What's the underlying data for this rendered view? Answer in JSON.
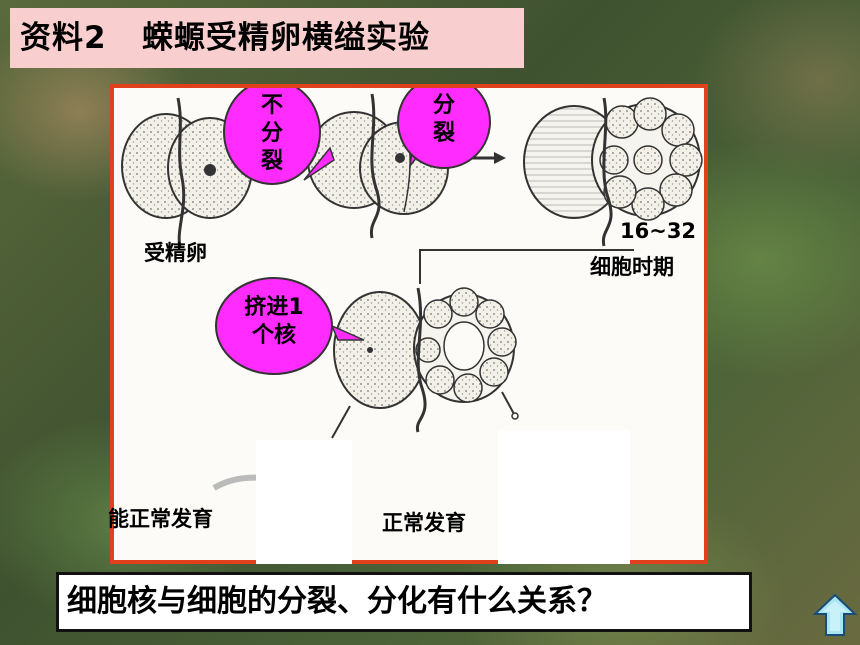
{
  "title": "资料2   蝾螈受精卵横缢实验",
  "callouts": {
    "no_divide": [
      "不",
      "分",
      "裂"
    ],
    "divide": [
      "分",
      "裂"
    ],
    "squeeze": [
      "挤进1",
      "个核"
    ]
  },
  "labels": {
    "fertilized_egg": "受精卵",
    "stage_number": "16~32",
    "stage_text": "细胞时期",
    "develop_normally_left": "能正常发育",
    "develop_normally_center": "正常发育"
  },
  "question": "细胞核与细胞的分裂、分化有什么关系？",
  "colors": {
    "title_bg": "#f8cece",
    "callout_fill": "#ff2bff",
    "frame_border": "#e0401c"
  },
  "icons": [
    "up-arrow-icon"
  ]
}
